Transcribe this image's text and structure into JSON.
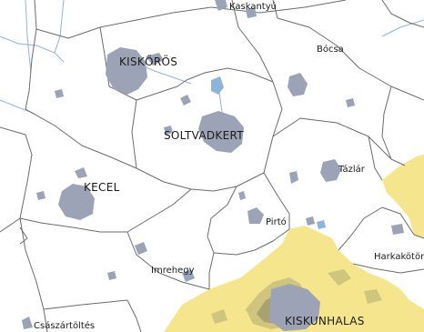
{
  "map": {
    "colors": {
      "background": "#ffffff",
      "boundary": "#6b6b6b",
      "settlement": "#9da3b6",
      "water": "#8fb4d9",
      "protected_area": "#f5e58c",
      "protected_area_dark": "#cfc57c",
      "protected_area_core": "#a8a272"
    },
    "places": [
      {
        "id": "kaskantyu",
        "name": "Kaskantyú",
        "rank": "village"
      },
      {
        "id": "bocsa",
        "name": "Bócsa",
        "rank": "village"
      },
      {
        "id": "kiskoros",
        "name": "KISKŐRÖS",
        "rank": "town"
      },
      {
        "id": "soltvadkert",
        "name": "SOLTVADKERT",
        "rank": "town"
      },
      {
        "id": "tazlar",
        "name": "Tázlár",
        "rank": "village"
      },
      {
        "id": "kecel",
        "name": "KECEL",
        "rank": "town"
      },
      {
        "id": "pirto",
        "name": "Pirtó",
        "rank": "village"
      },
      {
        "id": "imrehegy",
        "name": "Imrehegy",
        "rank": "village"
      },
      {
        "id": "harkakotony",
        "name": "Harkakötön",
        "rank": "village"
      },
      {
        "id": "kiskunhalas",
        "name": "KISKUNHALAS",
        "rank": "town"
      },
      {
        "id": "csaszartoltes",
        "name": "Császártöltés",
        "rank": "village"
      }
    ]
  }
}
